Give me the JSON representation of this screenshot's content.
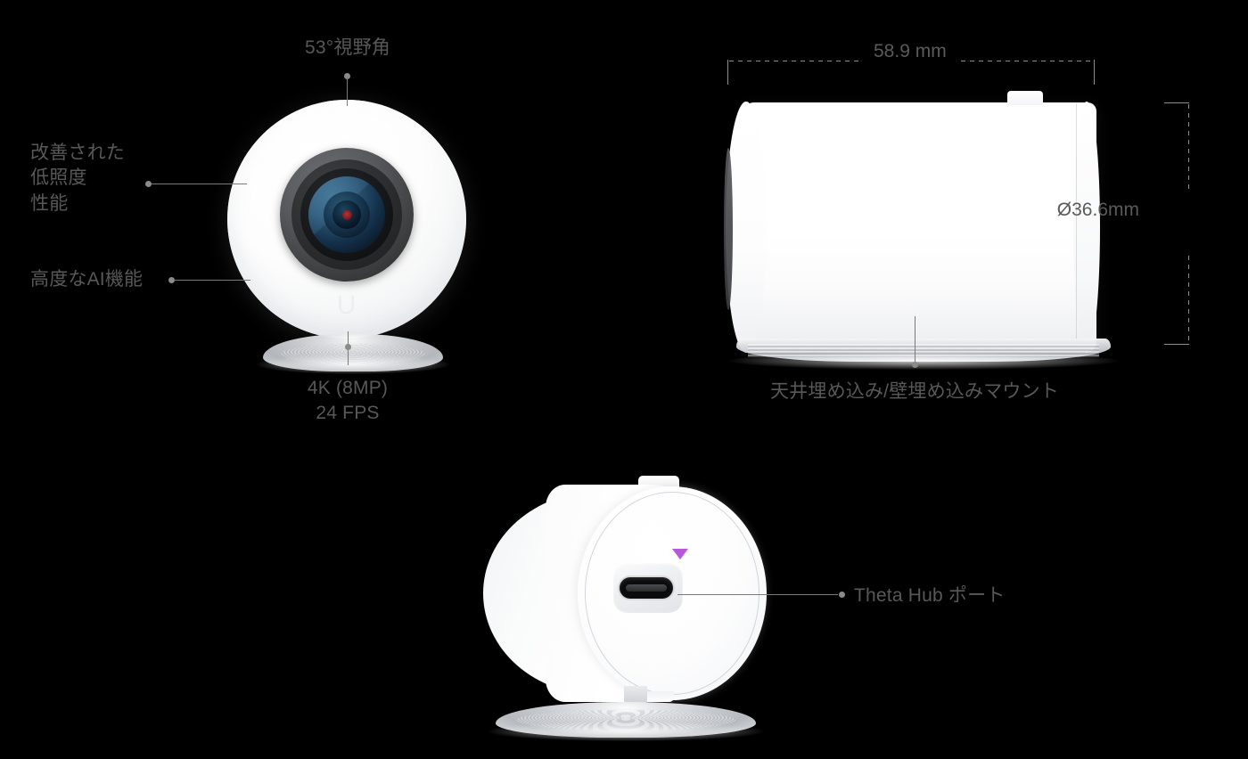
{
  "background_color": "#000000",
  "text_color": "#585858",
  "leader_color": "#7a7a7a",
  "accent_color": "#b857d9",
  "front_view": {
    "brand_logo": "U",
    "callouts": {
      "fov": "53°視野角",
      "low_light": "改善された\n低照度\n性能",
      "ai": "高度なAI機能",
      "resolution": "4K (8MP)\n24 FPS"
    }
  },
  "side_view": {
    "dimensions": {
      "width": "58.9 mm",
      "diameter": "Ø36.6mm"
    },
    "callouts": {
      "mount": "天井埋め込み/壁埋め込みマウント"
    }
  },
  "rear_view": {
    "callouts": {
      "port": "Theta Hub ポート"
    },
    "port_marker_color": "#b857d9"
  }
}
